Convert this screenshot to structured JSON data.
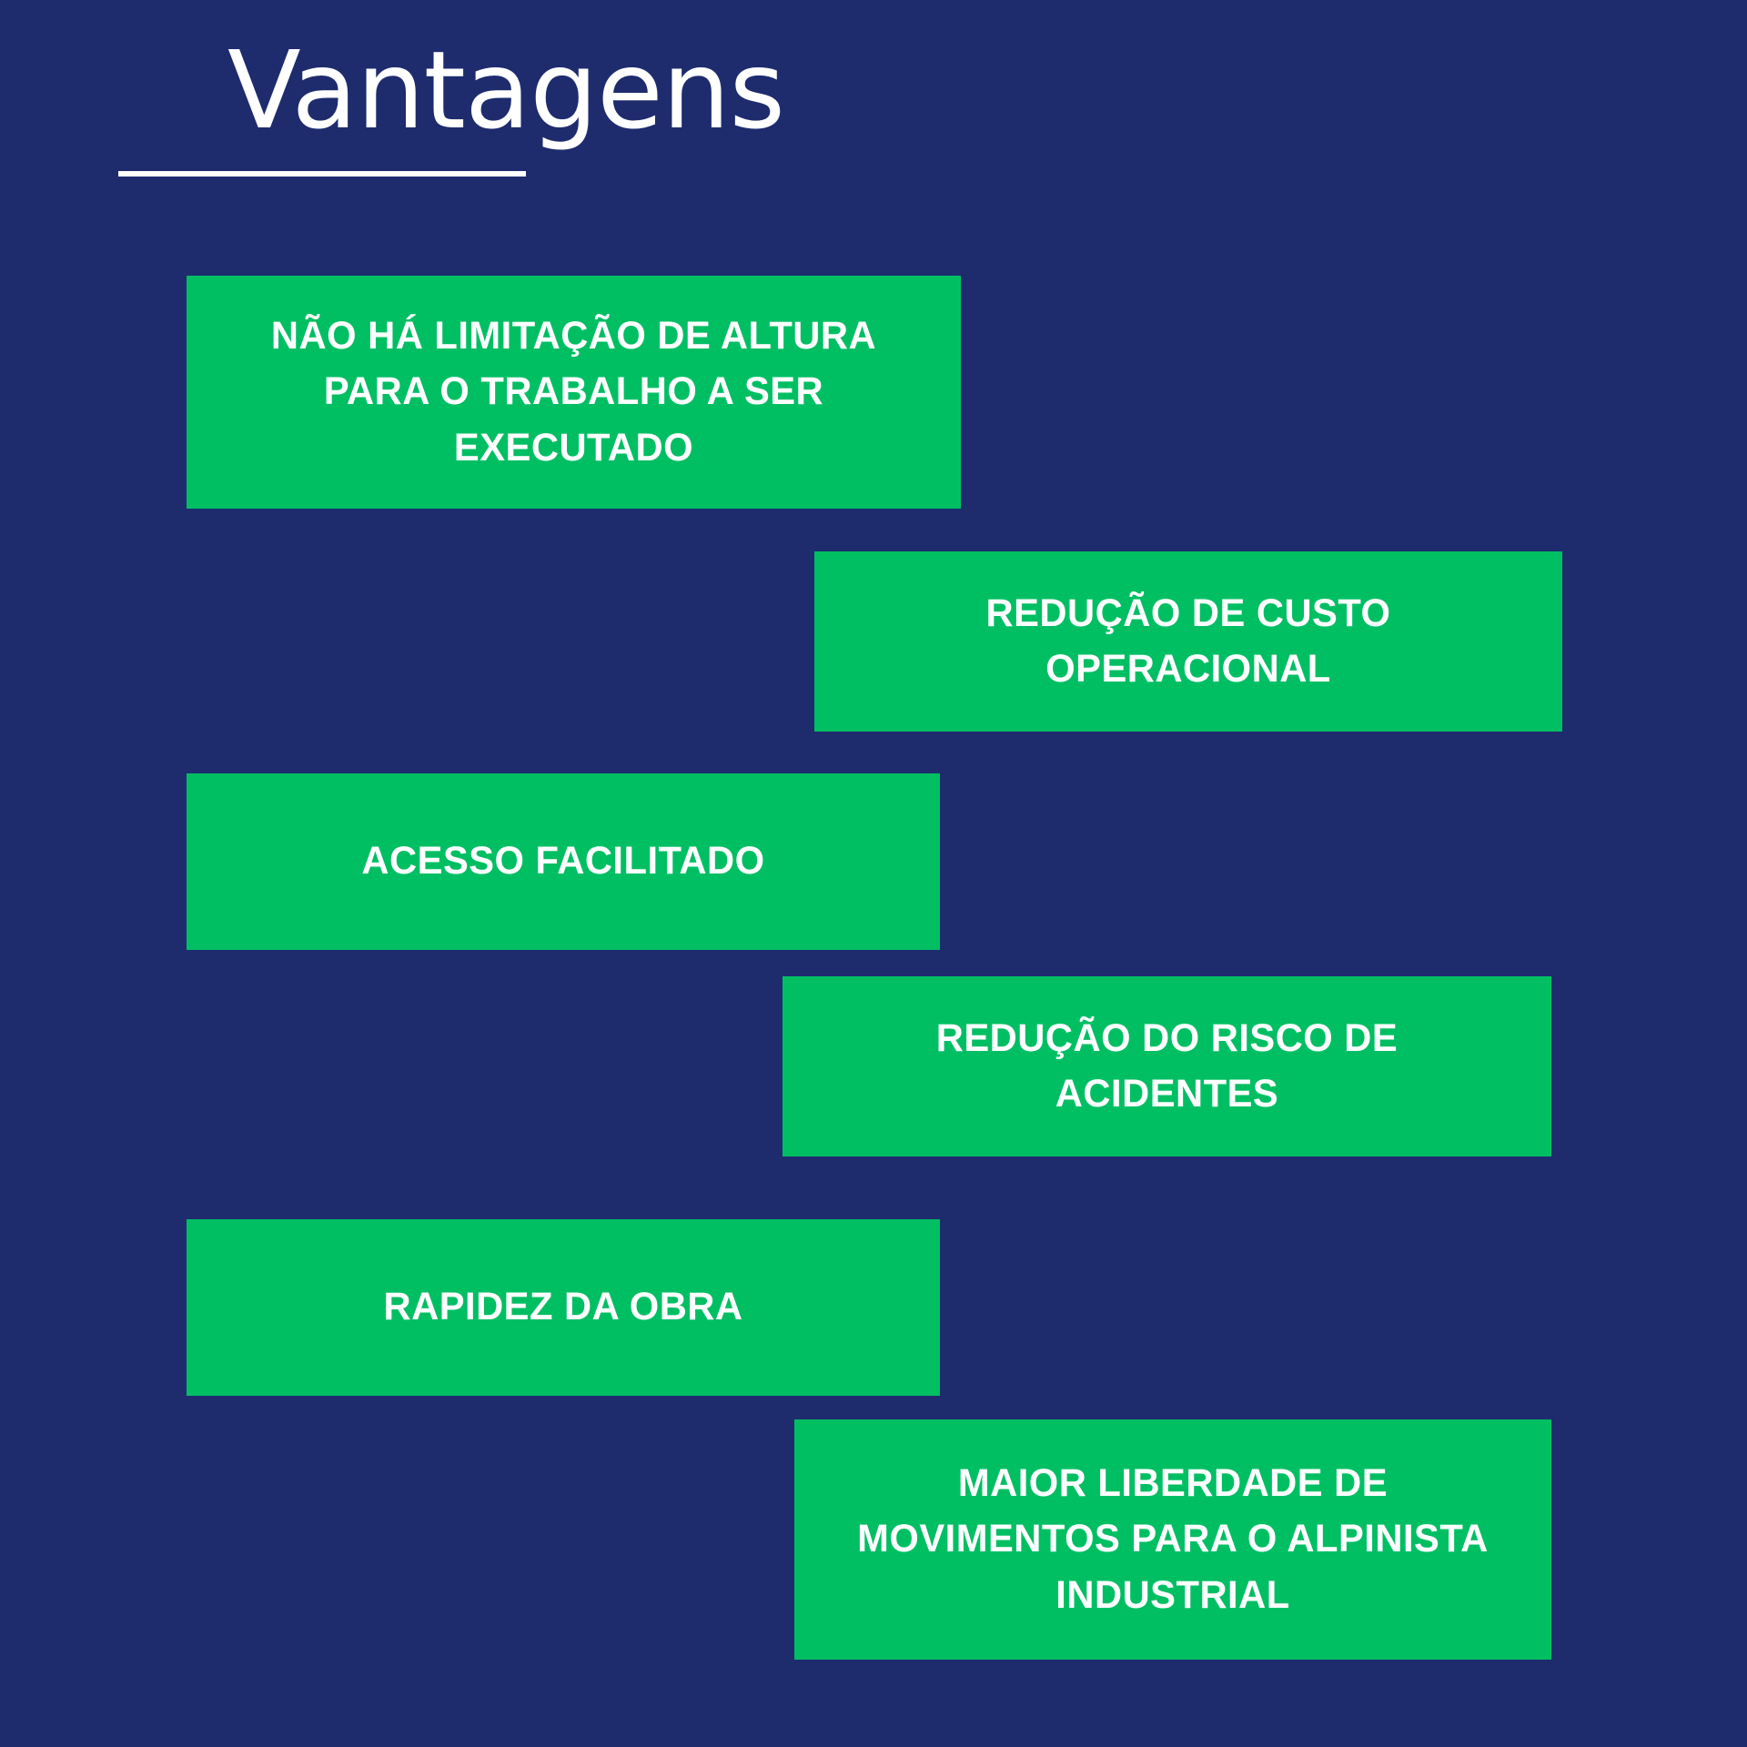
{
  "colors": {
    "background": "#1e2c6e",
    "card": "#00bf63",
    "text": "#ffffff",
    "accent_rule": "#ffffff"
  },
  "header": {
    "title": "Vantagens",
    "underline": true
  },
  "cards": [
    {
      "id": "card-1",
      "label": "NÃO HÁ LIMITAÇÃO DE ALTURA PARA O TRABALHO A SER EXECUTADO",
      "align": "left",
      "lines": 3
    },
    {
      "id": "card-2",
      "label": "REDUÇÃO DE CUSTO OPERACIONAL",
      "align": "right",
      "lines": 2
    },
    {
      "id": "card-3",
      "label": "ACESSO FACILITADO",
      "align": "left",
      "lines": 1
    },
    {
      "id": "card-4",
      "label": "REDUÇÃO DO RISCO DE ACIDENTES",
      "align": "right",
      "lines": 2
    },
    {
      "id": "card-5",
      "label": "RAPIDEZ DA OBRA",
      "align": "left",
      "lines": 1
    },
    {
      "id": "card-6",
      "label": "MAIOR LIBERDADE DE MOVIMENTOS PARA O ALPINISTA INDUSTRIAL",
      "align": "right",
      "lines": 3
    }
  ]
}
